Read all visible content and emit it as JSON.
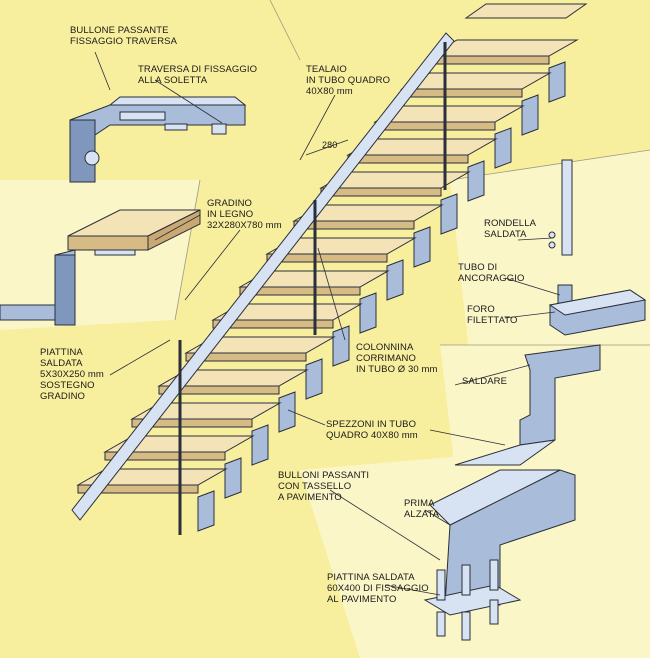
{
  "colors": {
    "background": "#f7ee9e",
    "panel_light": "#fbf6c8",
    "steel_light": "#d7e2f3",
    "steel_mid": "#a9bdda",
    "steel_dark": "#7f97bd",
    "wood_top": "#f3e3b6",
    "wood_edge": "#d7bb85",
    "line": "#2a2f3a"
  },
  "icons": [
    "bolt-icon",
    "washer-icon",
    "anchor-bolt-icon"
  ],
  "labels": {
    "bullone_passante": [
      "BULLONE PASSANTE",
      "FISSAGGIO TRAVERSA"
    ],
    "traversa": [
      "TRAVERSA DI FISSAGGIO",
      "ALLA SOLETTA"
    ],
    "tealaio": [
      "TEALAIO",
      "IN TUBO QUADRO",
      "40X80 mm"
    ],
    "dim_280": "280",
    "gradino": [
      "GRADINO",
      "IN LEGNO",
      "32X280X780 mm"
    ],
    "rondella": [
      "RONDELLA",
      "SALDATA"
    ],
    "tubo_ancoraggio": [
      "TUBO DI",
      "ANCORAGGIO"
    ],
    "foro": [
      "FORO",
      "FILETTATO"
    ],
    "piattina_sostegno": [
      "PIATTINA",
      "SALDATA",
      "5X30X250 mm",
      "SOSTEGNO",
      "GRADINO"
    ],
    "colonnina": [
      "COLONNINA",
      "CORRIMANO",
      "IN TUBO Ø 30 mm"
    ],
    "saldare": "SALDARE",
    "spezzoni": [
      "SPEZZONI IN TUBO",
      "QUADRO 40X80 mm"
    ],
    "bulloni_passanti": [
      "BULLONI PASSANTI",
      "CON TASSELLO",
      "A PAVIMENTO"
    ],
    "prima_alzata": [
      "PRIMA",
      "ALZATA"
    ],
    "piattina_fissaggio": [
      "PIATTINA SALDATA",
      "60X400 DI FISSAGGIO",
      "AL PAVIMENTO"
    ]
  }
}
